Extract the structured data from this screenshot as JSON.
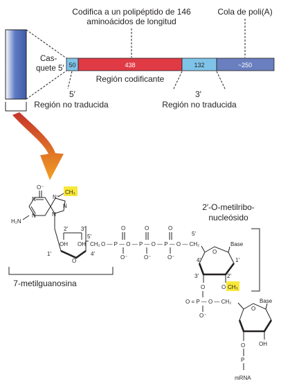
{
  "colors": {
    "cap_blue": "#3f5ba9",
    "utr_blue": "#7fc4e8",
    "coding_red": "#e03a45",
    "polya_blue": "#6a7fbf",
    "highlight": "#f7e83a",
    "arrow_orange": "#f2a124",
    "arrow_red": "#c5322b"
  },
  "labels": {
    "coding_note_1": "Codifica a un polipéptido de 146",
    "coding_note_2": "aminoácidos de longitud",
    "polya_tail": "Cola de poli(A)",
    "cap_1": "Cas-",
    "cap_2": "quete 5′",
    "seg_utr5": "50",
    "seg_coding": "438",
    "seg_utr3": "132",
    "seg_polya": "~250",
    "coding_region": "Región codificante",
    "utr5_prime": "5′",
    "utr5_name": "Región no traducida",
    "utr3_prime": "3′",
    "utr3_name": "Región no traducida",
    "methylguanosine": "7-metilguanosina",
    "methylribo_1": "2′-O-metilribo-",
    "methylribo_2": "nucleósido"
  },
  "chem": {
    "o_minus_top": "O⁻",
    "ch3_n7": "CH₃",
    "n_plus": "N⁺",
    "n_7": "N",
    "n_1": "N",
    "n_3": "N",
    "n_9": "N",
    "h2n": "H₂N",
    "p2": "2′",
    "p3": "3′",
    "p5": "5′",
    "p1": "1′",
    "p4": "4′",
    "oh_a": "OH",
    "oh_b": "OH",
    "ch2_a": "CH₂",
    "ring_o_a": "O",
    "triphosphate_chain": "O — P — O — P — O — P — O — CH₂",
    "o_dbl_1": "O",
    "o_dbl_2": "O",
    "o_dbl_3": "O",
    "o_min_1": "O⁻",
    "o_min_2": "O⁻",
    "o_min_3": "O⁻",
    "r2_5p": "5′",
    "r2_o": "O",
    "r2_base": "Base",
    "r2_4p": "4′",
    "r2_1p": "1′",
    "r2_3p": "3′",
    "r2_2p": "2′",
    "r2_o3": "O",
    "r2_o2": "O",
    "r2_ch3": "CH₃",
    "phos2": "O = P — O — CH₂",
    "phos2_ominus": "O⁻",
    "r3_o": "O",
    "r3_base": "Base",
    "r3_o3": "O",
    "r3_p": "P",
    "r3_oh": "OH",
    "mrna": "mRNA"
  }
}
